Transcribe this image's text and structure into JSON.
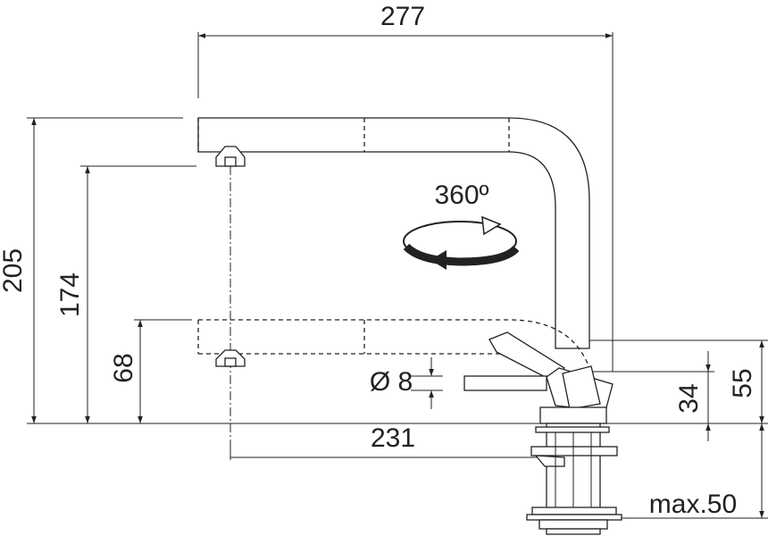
{
  "dimensions": {
    "overall_width": "277",
    "total_height": "205",
    "upper_spout_height": "174",
    "lower_spout_height": "68",
    "rotation": "360º",
    "diameter": "Ø 8",
    "reach": "231",
    "lever_height": "34",
    "base_height": "55",
    "max_thickness": "max.50"
  },
  "colors": {
    "line": "#222222",
    "background": "#ffffff"
  }
}
